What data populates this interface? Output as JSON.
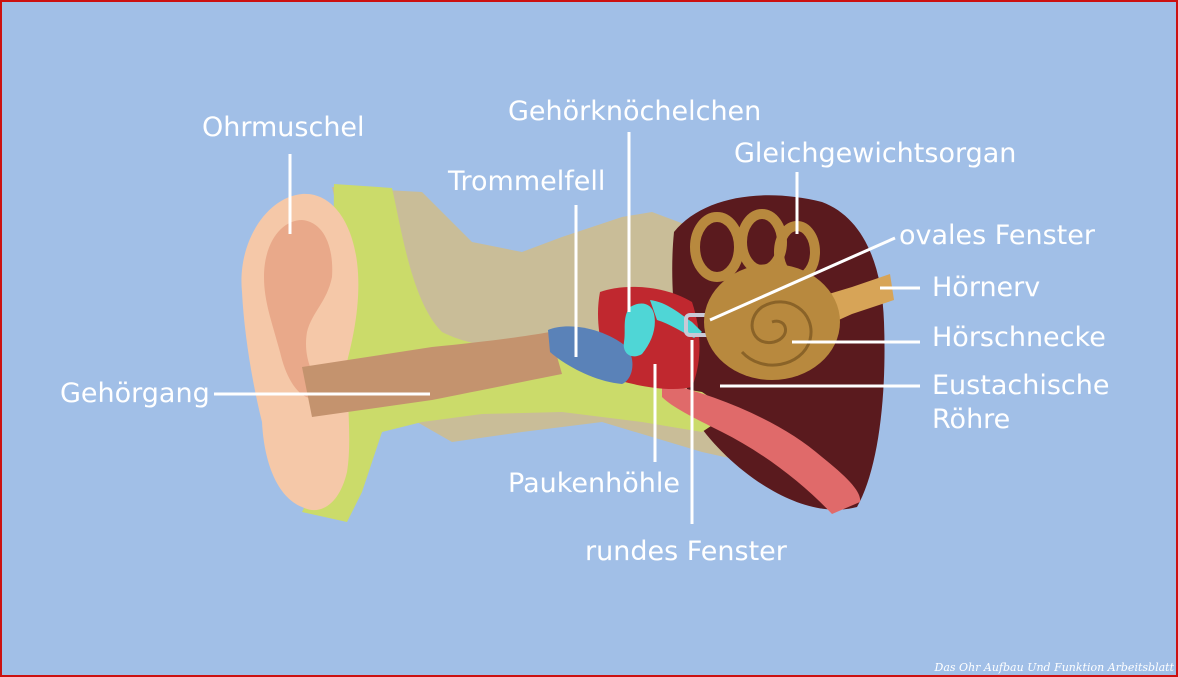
{
  "labels": {
    "ohrmuschel": "Ohrmuschel",
    "gehoergang": "Gehörgang",
    "trommelfell": "Trommelfell",
    "gehoerknoechelchen": "Gehörknöchelchen",
    "gleichgewichtsorgan": "Gleichgewichtsorgan",
    "ovales_fenster": "ovales Fenster",
    "hoernerv": "Hörnerv",
    "hoerschnecke": "Hörschnecke",
    "eustachische_line1": "Eustachische",
    "eustachische_line2": "Röhre",
    "paukenhoehle": "Paukenhöhle",
    "rundes_fenster": "rundes Fenster"
  },
  "watermark": "Das Ohr Aufbau Und Funktion Arbeitsblatt",
  "colors": {
    "background": "#a1bfe7",
    "border": "#cc1111",
    "skin": "#f5c8a8",
    "cartilage": "#cbdb6a",
    "bone": "#c9bd98",
    "inner_ear_bg": "#5a1a1e",
    "cochlea": "#b8893e",
    "tympanum": "#5a82b8",
    "ossicles": "#4fd6d6",
    "middle_ear": "#c0282f",
    "eustachian": "#e06a6a",
    "label_text": "#ffffff"
  }
}
